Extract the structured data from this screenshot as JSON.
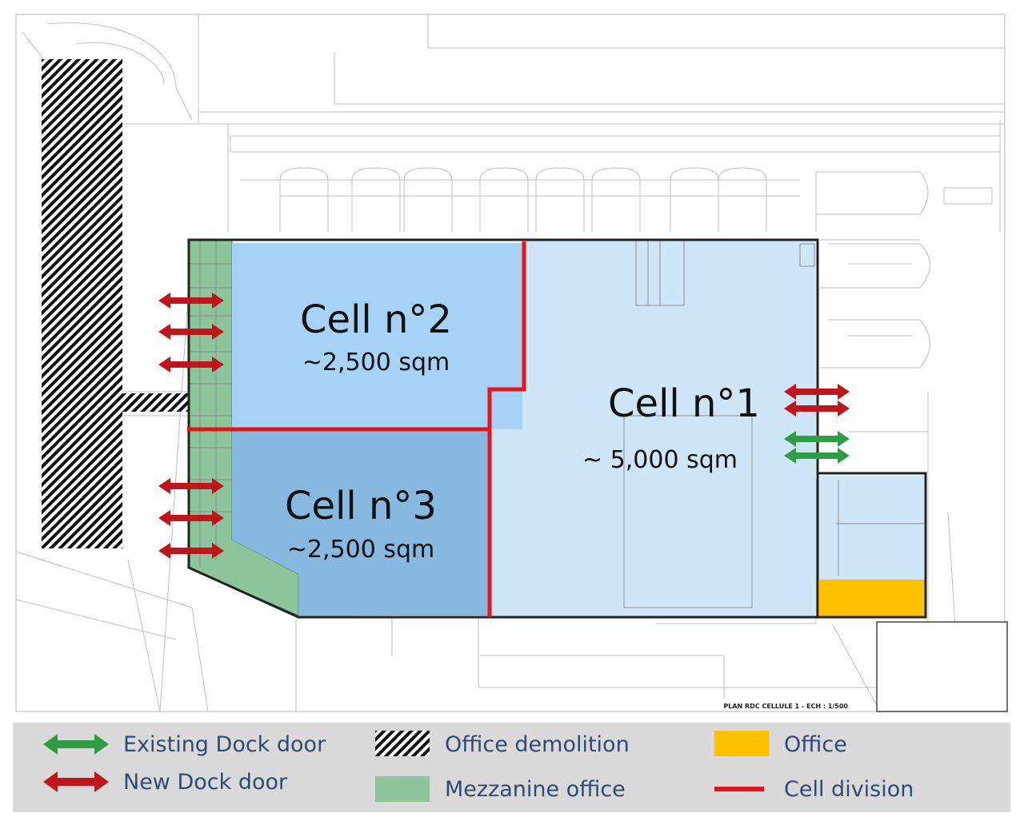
{
  "cells": [
    {
      "title": "Cell n°1",
      "area": "~ 5,000 sqm"
    },
    {
      "title": "Cell n°2",
      "area": "~2,500 sqm"
    },
    {
      "title": "Cell n°3",
      "area": "~2,500 sqm"
    }
  ],
  "stamp": "PLAN RDC CELLULE 1 - ECH : 1/500",
  "legend": {
    "existing_dock": "Existing Dock door",
    "new_dock": "New Dock door",
    "office_demolition": "Office demolition",
    "mezzanine_office": "Mezzanine office",
    "office": "Office",
    "cell_division": "Cell division"
  },
  "colors": {
    "cell1": "#cfe6f9",
    "cell2": "#a6d3f5",
    "cell3": "#86b8e0",
    "mezzanine": "#8cc59a",
    "office": "#ffc000",
    "division": "#e8141b",
    "new_dock_arrow": "#c0151b",
    "existing_dock_arrow": "#2e9e45",
    "legend_bg": "#d9d9d9"
  }
}
